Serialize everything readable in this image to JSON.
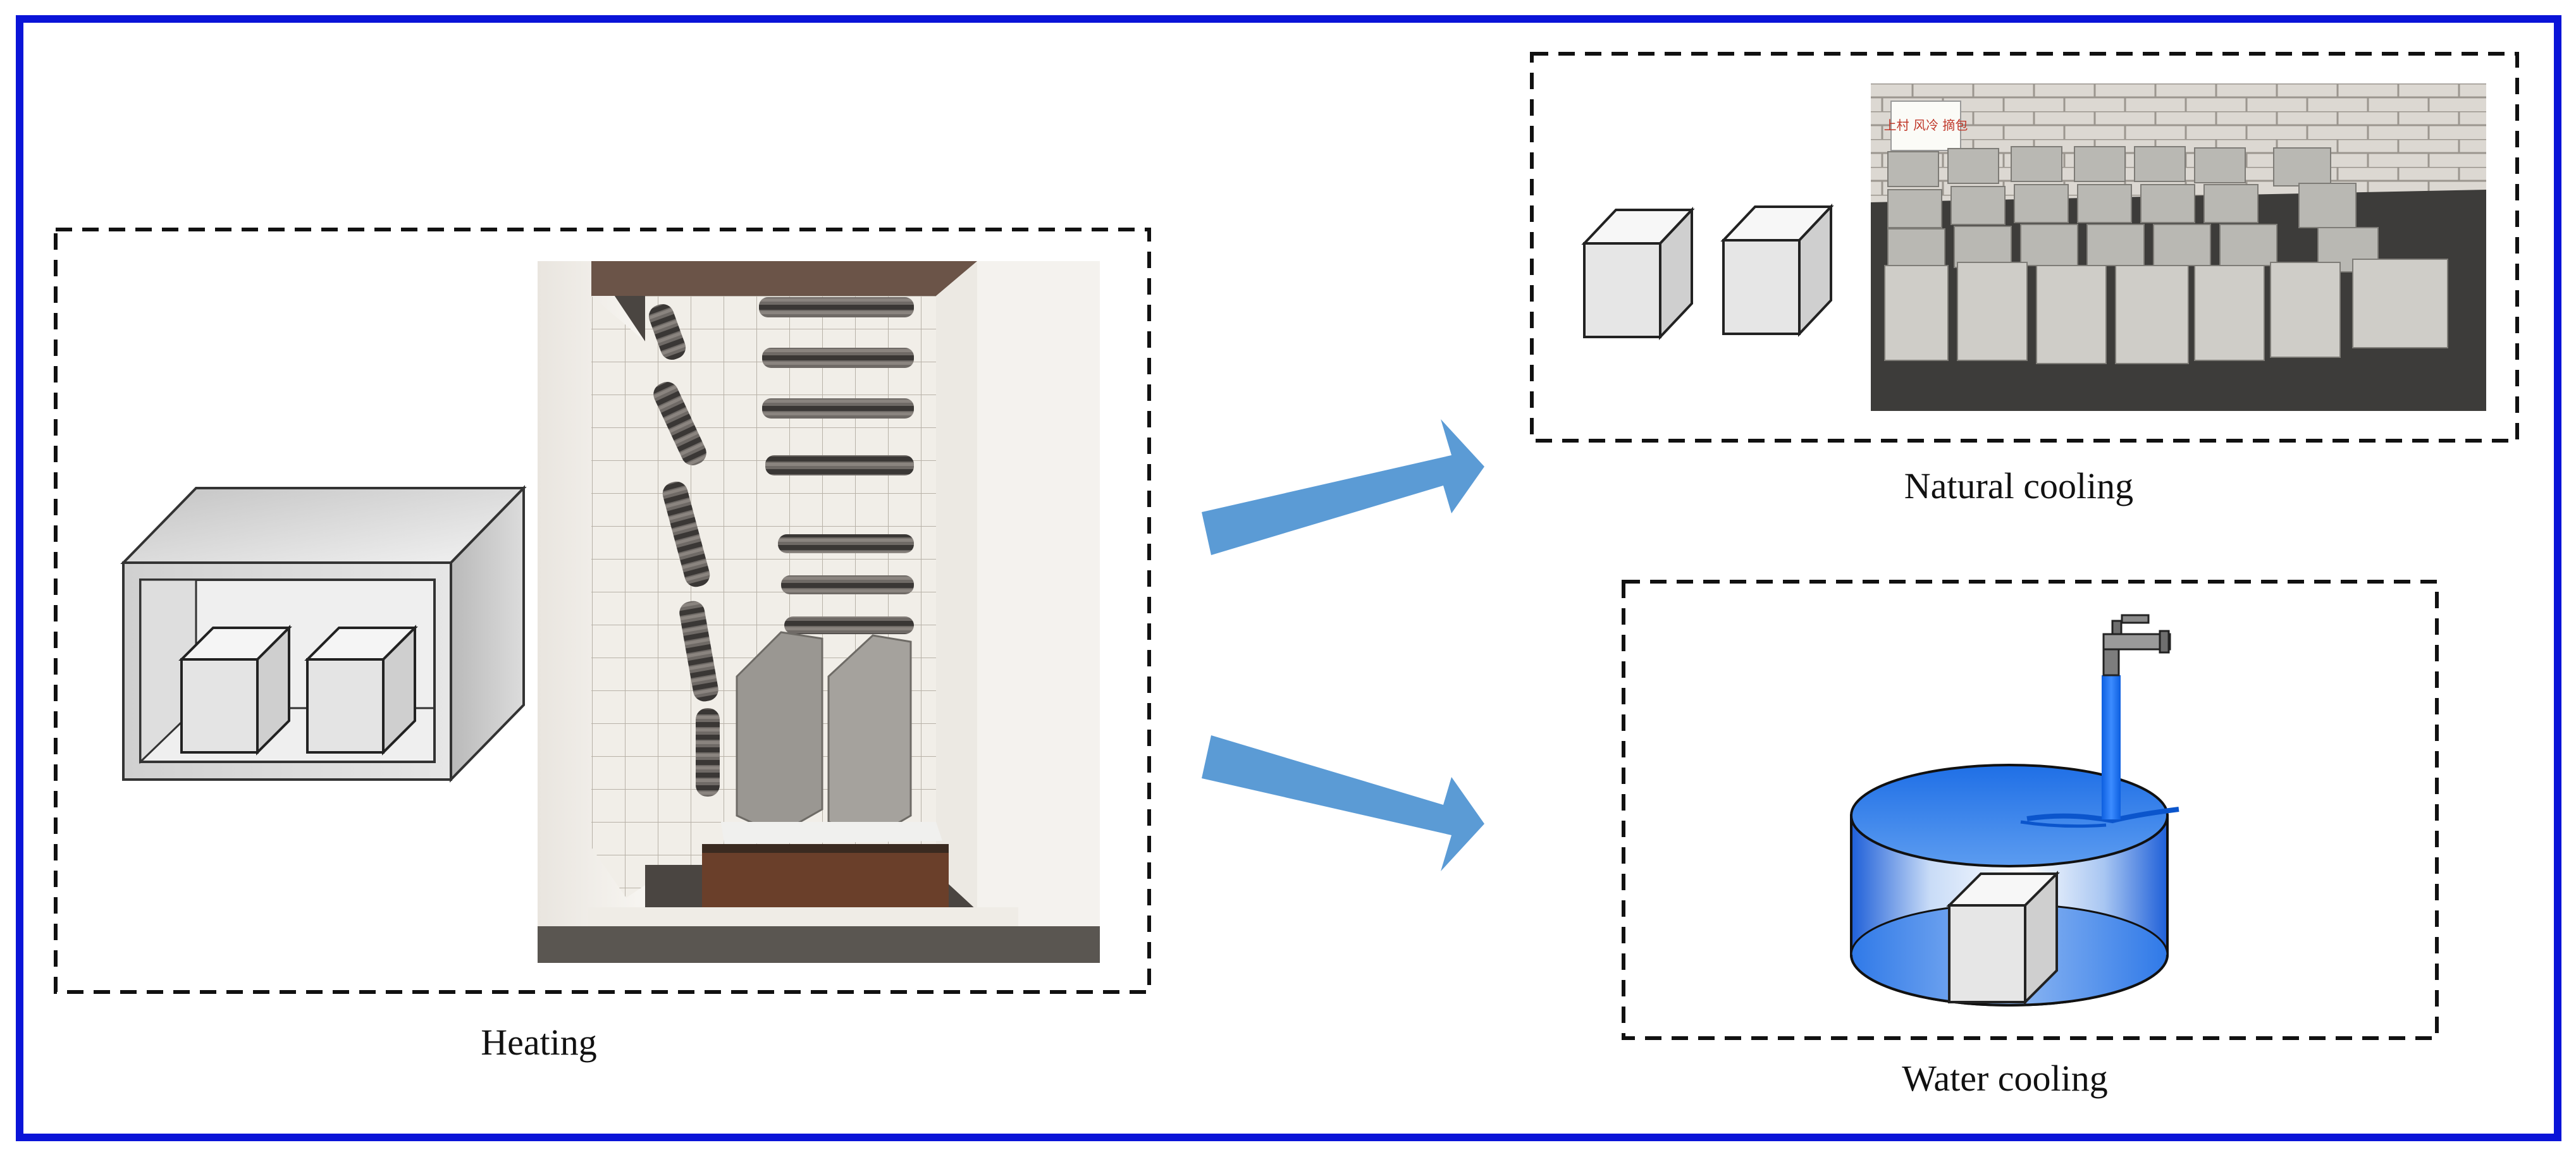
{
  "figure": {
    "frame_color": "#0a14d8",
    "arrow_color": "#5b9bd5",
    "water_color": "#1e6fe0"
  },
  "heating": {
    "caption": "Heating",
    "illustration_icon": "furnace-with-two-specimens-icon",
    "photo_icon": "furnace-interior-photo"
  },
  "natural_cooling": {
    "caption": "Natural cooling",
    "illustration_icon": "two-specimen-cubes-icon",
    "photo_icon": "specimens-on-ground-photo",
    "photo_note": "上村 风冷 摘包"
  },
  "water_cooling": {
    "caption": "Water cooling",
    "illustration_icon": "water-tank-with-faucet-icon"
  }
}
